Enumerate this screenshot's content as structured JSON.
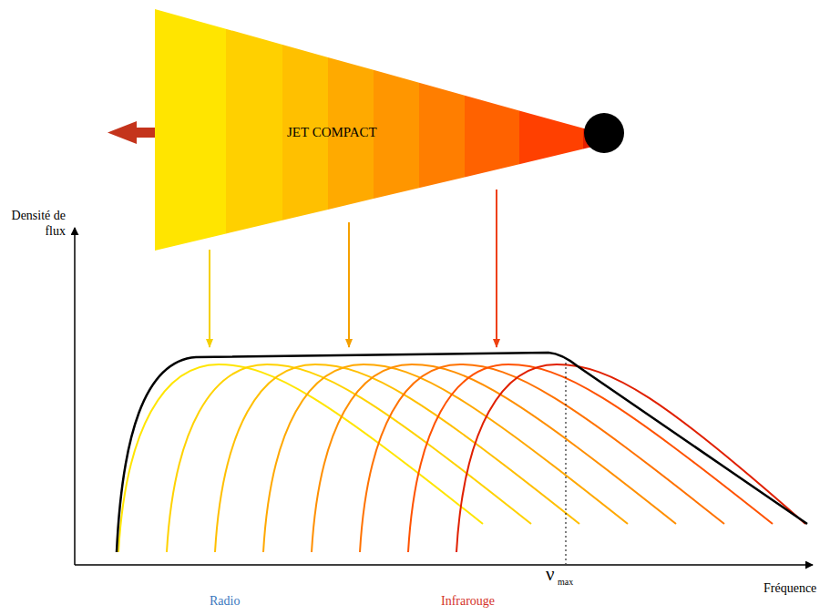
{
  "diagram": {
    "nodes": [
      {
        "text": [
          "JET COMPACT"
        ]
      }
    ],
    "labels": [
      "Densité de flux",
      "Fréquence",
      "ν",
      "max",
      "Radio",
      "Infrarouge"
    ]
  }
}
